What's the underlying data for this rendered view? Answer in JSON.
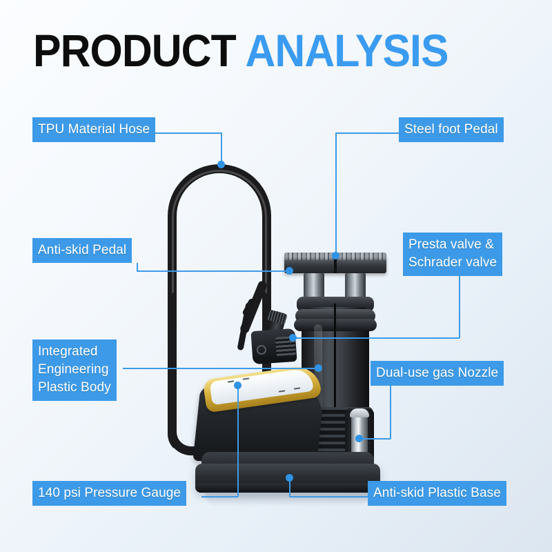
{
  "page": {
    "background_start": "#fbfdff",
    "background_end": "#dce6f0",
    "accent_blue": "#3d9ae8",
    "title_blue": "#3a9bf0",
    "title_black": "#0d0d0d"
  },
  "title": {
    "part1": "PRODUCT ",
    "part2": "ANALYSIS"
  },
  "callouts": [
    {
      "id": "tpu-material-hose",
      "label": "TPU Material Hose",
      "side": "left"
    },
    {
      "id": "steel-foot-pedal",
      "label": "Steel foot Pedal",
      "side": "right"
    },
    {
      "id": "anti-skid-pedal",
      "label": "Anti-skid Pedal",
      "side": "left"
    },
    {
      "id": "presta-schrader",
      "label": "Presta valve &\nSchrader valve",
      "side": "right"
    },
    {
      "id": "plastic-body",
      "label": "Integrated\nEngineering\nPlastic Body",
      "side": "left"
    },
    {
      "id": "dual-use-nozzle",
      "label": "Dual-use gas Nozzle",
      "side": "right"
    },
    {
      "id": "pressure-gauge",
      "label": "140 psi Pressure Gauge",
      "side": "left"
    },
    {
      "id": "anti-skid-base",
      "label": "Anti-skid Plastic Base",
      "side": "right"
    }
  ],
  "product": {
    "name": "portable-foot-air-pump",
    "parts": [
      "tpu-hose-loop",
      "steel-foot-pedal",
      "pump-barrel",
      "valve-connector-head",
      "pressure-gauge",
      "gas-nozzle",
      "plastic-base"
    ]
  }
}
